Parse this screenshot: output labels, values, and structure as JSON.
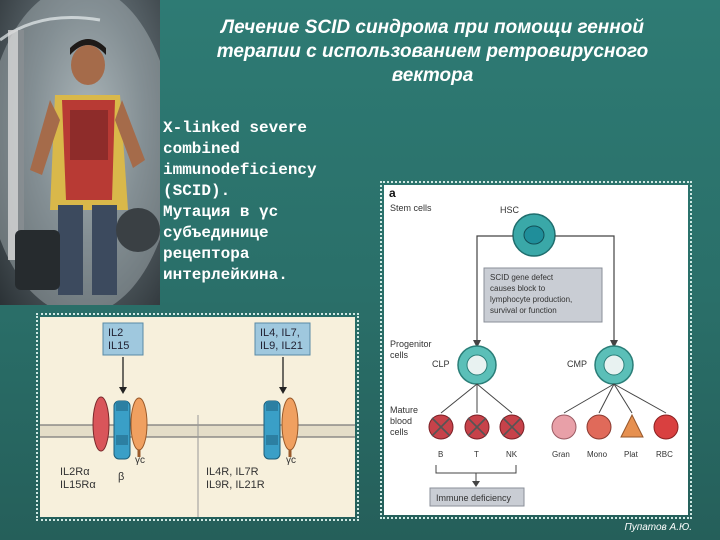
{
  "slide": {
    "title_lines": [
      "Лечение SCID синдрома при помощи генной",
      "терапии с использованием ретровирусного",
      "вектора"
    ],
    "description_lines": [
      "X-linked severe",
      "combined",
      "immunodeficiency",
      "(SCID).",
      " Мутация в γс",
      "субъединице",
      "рецептора",
      "интерлейкина."
    ],
    "author": "Пупатов А.Ю."
  },
  "receptor_diagram": {
    "left": {
      "ligand_lines": [
        "IL2",
        "IL15"
      ],
      "gamma_label": "γc",
      "alpha_lines": [
        "IL2Rα",
        "IL15Rα"
      ],
      "beta_label": "β"
    },
    "right": {
      "ligand_lines": [
        "IL4, IL7,",
        "IL9, IL21"
      ],
      "gamma_label": "γc",
      "receptor_lines": [
        "IL4R, IL7R",
        "IL9R, IL21R"
      ]
    },
    "colors": {
      "background": "#f7f0dc",
      "alpha": "#d9555a",
      "beta": "#3a9fc7",
      "gamma": "#f0a060",
      "ligand_box": "#9fc8de"
    }
  },
  "lineage_diagram": {
    "panel_label": "a",
    "stem_cells_label": "Stem cells",
    "hsc_label": "HSC",
    "defect_lines": [
      "SCID gene defect",
      "causes block to",
      "lymphocyte production,",
      "survival or function"
    ],
    "progenitor_lines": [
      "Progenitor",
      "cells"
    ],
    "clp_label": "CLP",
    "cmp_label": "CMP",
    "mature_lines": [
      "Mature",
      "blood",
      "cells"
    ],
    "lymphoid_labels": [
      "B",
      "T",
      "NK"
    ],
    "myeloid_labels": [
      "Gran",
      "Mono",
      "Plat",
      "RBC"
    ],
    "result_label": "Immune deficiency",
    "colors": {
      "stem": "#3aa8a8",
      "progenitor": "#5bbfb8",
      "lymphoid": "#c7424a",
      "gran": "#e8a0a8",
      "mono": "#e06a5a",
      "plat": "#e69050",
      "rbc": "#d94040",
      "defect_box": "#c9cdd4"
    }
  }
}
